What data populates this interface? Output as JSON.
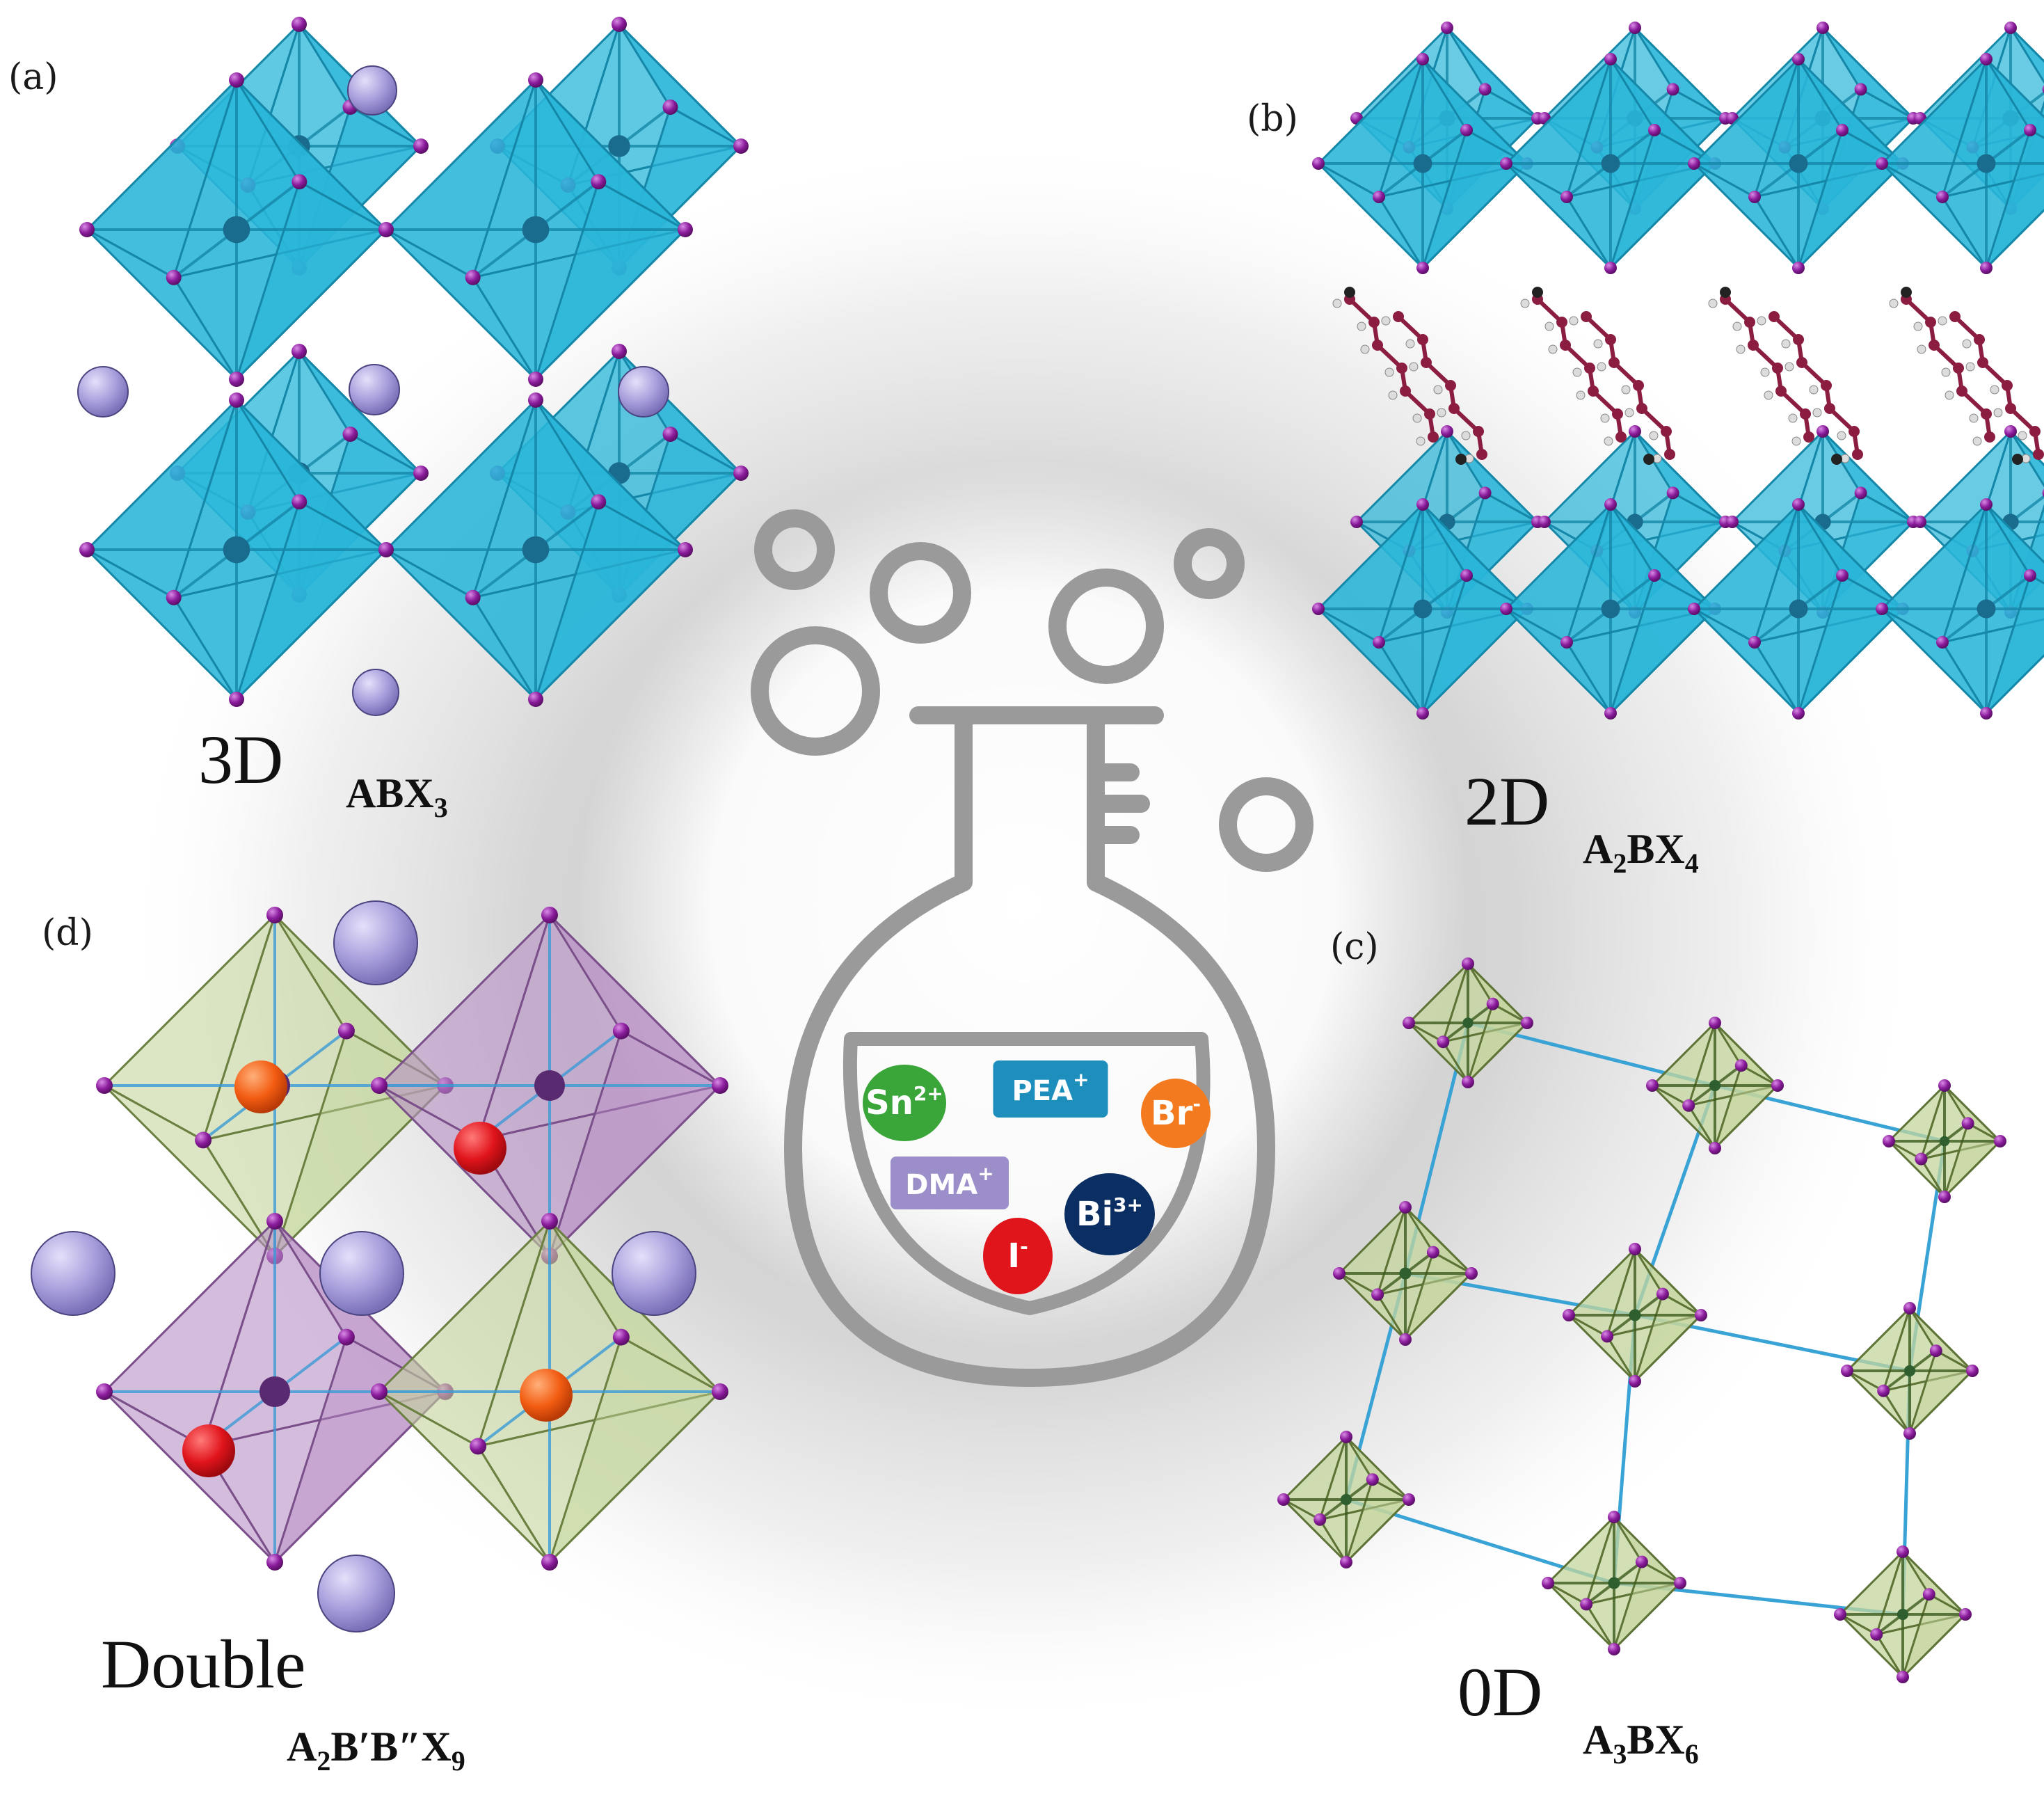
{
  "panels": {
    "a": {
      "label": "(a)",
      "dim": "3D",
      "formula": {
        "parts": [
          {
            "t": "ABX"
          },
          {
            "t": "3",
            "sub": true
          }
        ]
      }
    },
    "b": {
      "label": "(b)",
      "dim": "2D",
      "formula": {
        "parts": [
          {
            "t": "A"
          },
          {
            "t": "2",
            "sub": true
          },
          {
            "t": "BX"
          },
          {
            "t": "4",
            "sub": true
          }
        ]
      }
    },
    "c": {
      "label": "(c)",
      "dim": "0D",
      "formula": {
        "parts": [
          {
            "t": "A"
          },
          {
            "t": "3",
            "sub": true
          },
          {
            "t": "BX"
          },
          {
            "t": "6",
            "sub": true
          }
        ]
      }
    },
    "d": {
      "label": "(d)",
      "dim": "Double",
      "formula": {
        "parts": [
          {
            "t": "A"
          },
          {
            "t": "2",
            "sub": true
          },
          {
            "t": "B′B″X"
          },
          {
            "t": "9",
            "sub": true
          }
        ]
      }
    }
  },
  "flask": {
    "ions": [
      {
        "base": "Sn",
        "sup": "2+",
        "color": "#3aa63a",
        "shape": "circle"
      },
      {
        "base": "PEA",
        "sup": "+",
        "color": "#1e8fbd",
        "shape": "rect"
      },
      {
        "base": "Br",
        "sup": "-",
        "color": "#f47a20",
        "shape": "circle"
      },
      {
        "base": "DMA",
        "sup": "+",
        "color": "#9b8ec9",
        "shape": "rect"
      },
      {
        "base": "Bi",
        "sup": "3+",
        "color": "#0b2f62",
        "shape": "circle"
      },
      {
        "base": "I",
        "sup": "-",
        "color": "#e0141b",
        "shape": "circle"
      }
    ]
  },
  "colors": {
    "octahedron_blue": "#29b6d8",
    "octahedron_green": "#c4d69c",
    "octahedron_purple": "#b88fc6",
    "halide": "#8a1b9b",
    "a_cation": "#a69ddb",
    "b_site_orange": "#f25c12",
    "flask_gray": "#9a9a9a",
    "link_blue": "#3aa3d6"
  }
}
